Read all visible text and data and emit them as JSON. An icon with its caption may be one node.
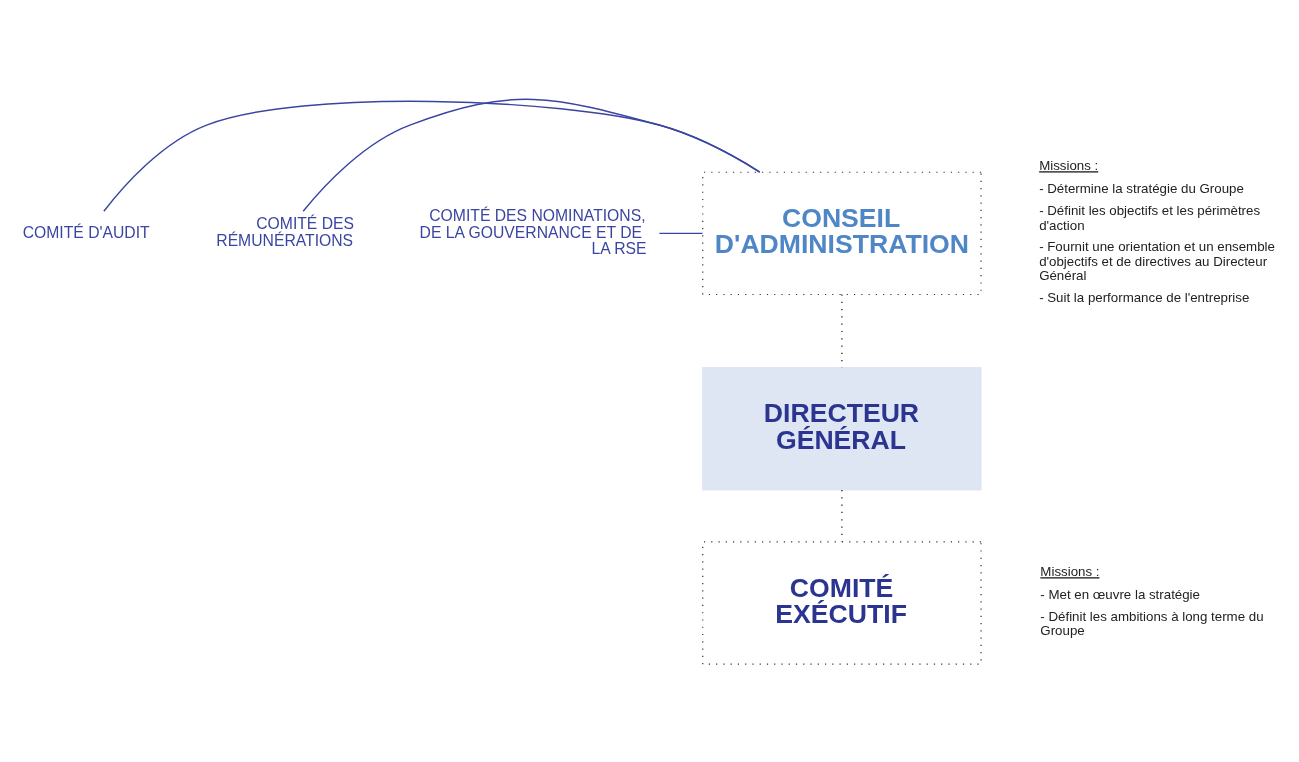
{
  "diagram": {
    "nodes": [
      {
        "text": [
          "COMITÉ D'AUDIT"
        ]
      },
      {
        "text": [
          "COMITÉ DES RÉMUNÉRATIONS"
        ]
      },
      {
        "text": [
          "COMITÉ DES NOMINATIONS, DE LA GOUVERNANCE ET DE LA RSE"
        ]
      },
      {
        "text": [
          "CONSEIL D'ADMINISTRATION"
        ],
        "beside": [
          "Missions :",
          "- Détermine la stratégie du Groupe",
          "- Définit les objectifs et les périmètres d'action",
          "- Fournit une orientation et un ensemble d'objectifs et de directives au Directeur Général",
          "- Suit la performance de l'entreprise"
        ]
      },
      {
        "text": [
          "DIRECTEUR GÉNÉRAL"
        ]
      },
      {
        "text": [
          "COMITÉ EXÉCUTIF"
        ],
        "beside": [
          "Missions :",
          "- Met en œuvre la stratégie",
          "- Définit les ambitions à long terme du Groupe"
        ]
      }
    ],
    "edges": [
      {
        "from": 0,
        "to": 3,
        "arrow": "none"
      },
      {
        "from": 1,
        "to": 3,
        "arrow": "none"
      },
      {
        "from": 2,
        "to": 3,
        "arrow": "none"
      },
      {
        "from": 3,
        "to": 4,
        "arrow": "none",
        "style": "dashed",
        "color": "#333333"
      },
      {
        "from": 4,
        "to": 5,
        "arrow": "none",
        "style": "dashed",
        "color": "#333333"
      }
    ]
  }
}
